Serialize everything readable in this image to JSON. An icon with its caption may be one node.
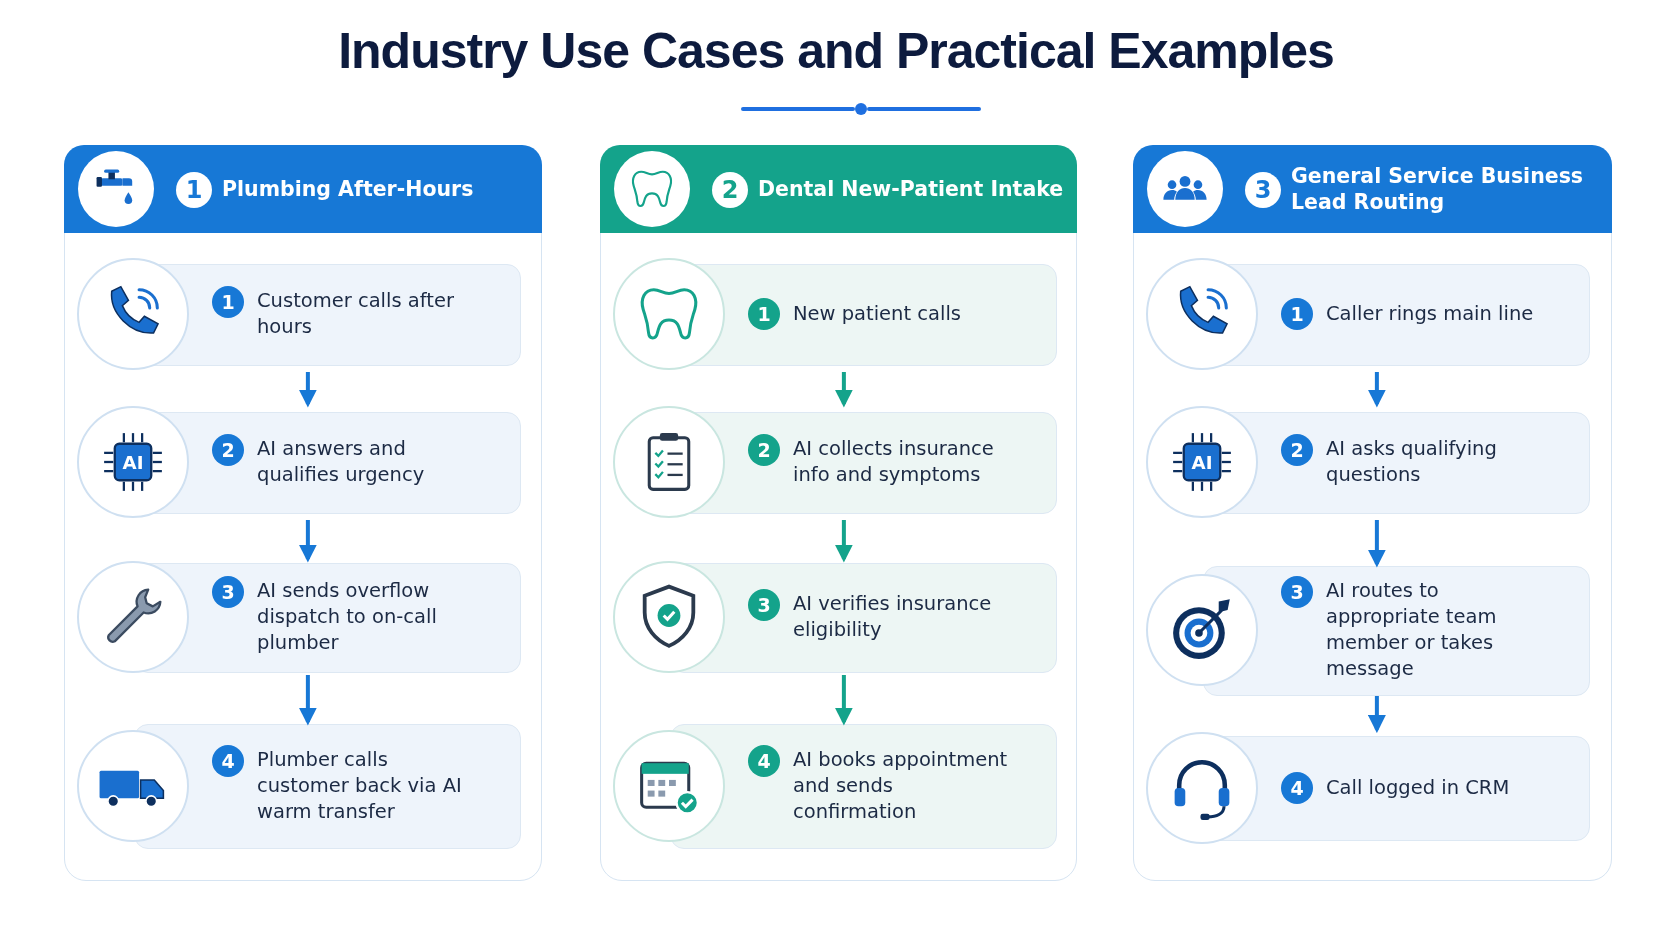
{
  "diagram": {
    "title": "Industry Use Cases and Practical Examples",
    "nodes": [
      {
        "text": [
          "1",
          "Plumbing After-Hours"
        ]
      },
      {
        "text": [
          "1",
          "Customer calls after hours"
        ],
        "in": 0
      },
      {
        "text": [
          "2",
          "AI answers and qualifies urgency"
        ],
        "in": 0
      },
      {
        "text": [
          "3",
          "AI sends overflow dispatch to on-call plumber"
        ],
        "in": 0
      },
      {
        "text": [
          "4",
          "Plumber calls customer back via AI warm transfer"
        ],
        "in": 0
      },
      {
        "text": [
          "2",
          "Dental New-Patient Intake"
        ]
      },
      {
        "text": [
          "1",
          "New patient calls"
        ],
        "in": 5
      },
      {
        "text": [
          "2",
          "AI collects insurance info and symptoms"
        ],
        "in": 5
      },
      {
        "text": [
          "3",
          "AI verifies insurance eligibility"
        ],
        "in": 5
      },
      {
        "text": [
          "4",
          "AI books appointment and sends confirmation"
        ],
        "in": 5
      },
      {
        "text": [
          "3",
          "General Service Business Lead Routing"
        ]
      },
      {
        "text": [
          "1",
          "Caller rings main line"
        ],
        "in": 10
      },
      {
        "text": [
          "2",
          "AI asks qualifying questions"
        ],
        "in": 10
      },
      {
        "text": [
          "3",
          "AI routes to appropriate team member or takes message"
        ],
        "in": 10
      },
      {
        "text": [
          "4",
          "Call logged in CRM"
        ],
        "in": 10
      }
    ],
    "edges": [
      {
        "from": 1,
        "to": 2,
        "arrow": "to"
      },
      {
        "from": 2,
        "to": 3,
        "arrow": "to"
      },
      {
        "from": 3,
        "to": 4,
        "arrow": "to"
      },
      {
        "from": 6,
        "to": 7,
        "arrow": "to",
        "color": "#14a38b"
      },
      {
        "from": 7,
        "to": 8,
        "arrow": "to",
        "color": "#14a38b"
      },
      {
        "from": 8,
        "to": 9,
        "arrow": "to",
        "color": "#14a38b"
      },
      {
        "from": 11,
        "to": 12,
        "arrow": "to"
      },
      {
        "from": 12,
        "to": 13,
        "arrow": "to"
      },
      {
        "from": 13,
        "to": 14,
        "arrow": "to"
      }
    ],
    "labels": [
      "AI",
      "AI"
    ]
  }
}
